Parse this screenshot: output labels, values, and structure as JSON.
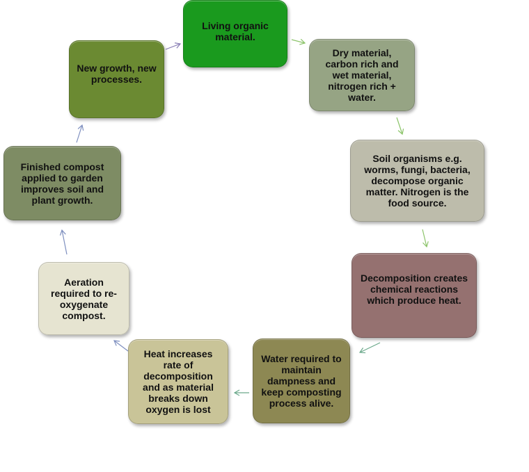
{
  "diagram": {
    "nodes": [
      {
        "id": "living-organic-material",
        "label": "Living organic material.",
        "fill": "#1a9a1e"
      },
      {
        "id": "dry-wet-material",
        "label": "Dry material, carbon rich and wet material, nitrogen rich + water.",
        "fill": "#96a484"
      },
      {
        "id": "soil-organisms",
        "label": "Soil organisms e.g. worms, fungi, bacteria, decompose organic matter. Nitrogen is the food source.",
        "fill": "#bdbcab"
      },
      {
        "id": "decomposition",
        "label": "Decomposition creates chemical reactions which produce heat.",
        "fill": "#957170"
      },
      {
        "id": "water-required",
        "label": "Water required to maintain dampness and keep composting process alive.",
        "fill": "#8d8853"
      },
      {
        "id": "heat-increases",
        "label": "Heat increases rate of decomposition and as material breaks down oxygen is lost",
        "fill": "#c9c498"
      },
      {
        "id": "aeration",
        "label": "Aeration required to re-oxygenate compost.",
        "fill": "#e6e4d1"
      },
      {
        "id": "finished-compost",
        "label": "Finished compost applied to garden improves soil and plant growth.",
        "fill": "#7e8c64"
      },
      {
        "id": "new-growth",
        "label": "New growth, new processes.",
        "fill": "#6b8a32"
      }
    ],
    "arrow_colors": {
      "green": "#8cc46a",
      "teal": "#6aa88a",
      "blue": "#7e8fbf",
      "purple": "#8a7fb5"
    }
  }
}
